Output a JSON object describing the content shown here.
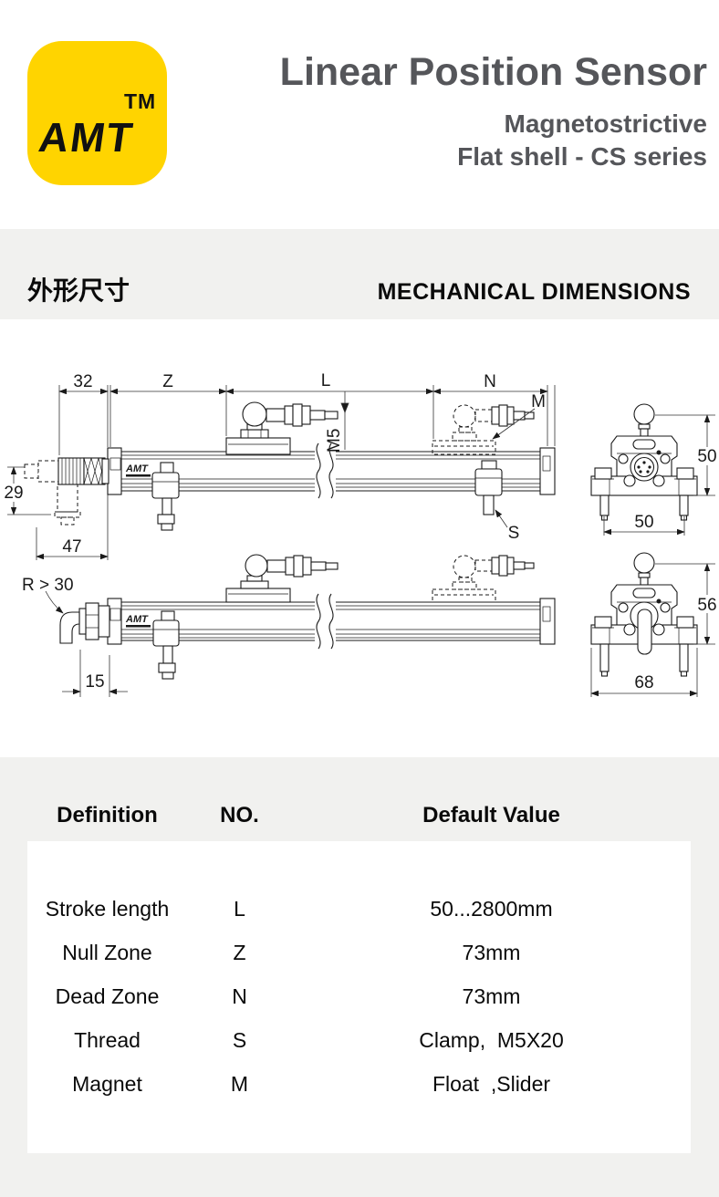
{
  "colors": {
    "accent_yellow": "#FFD400",
    "title_gray": "#55565A",
    "band_gray": "#F1F1EF",
    "line": "#1A1A1A"
  },
  "header": {
    "logo_text": "AMT",
    "logo_tm": "TM",
    "title": "Linear Position Sensor",
    "subtitle_line1": "Magnetostrictive",
    "subtitle_line2": "Flat shell - CS series"
  },
  "section_header": {
    "zh": "外形尺寸",
    "en": "MECHANICAL DIMENSIONS"
  },
  "drawing": {
    "rail_print": "AMT",
    "dims": {
      "d32": "32",
      "z": "Z",
      "l": "L",
      "n": "N",
      "m": "M",
      "m5": "M5",
      "d29": "29",
      "d47": "47",
      "s": "S",
      "d50_height": "50",
      "d50_width": "50",
      "r30": "R > 30",
      "d15": "15",
      "d56": "56",
      "d68": "68"
    }
  },
  "table": {
    "headers": [
      "Definition",
      "NO.",
      "Default Value"
    ],
    "rows": [
      {
        "definition": "Stroke length",
        "no": "L",
        "value": "50...2800mm"
      },
      {
        "definition": "Null Zone",
        "no": "Z",
        "value": "73mm"
      },
      {
        "definition": "Dead Zone",
        "no": "N",
        "value": "73mm"
      },
      {
        "definition": "Thread",
        "no": "S",
        "value": "Clamp,  M5X20"
      },
      {
        "definition": "Magnet",
        "no": "M",
        "value": "Float  ,Slider"
      }
    ]
  }
}
